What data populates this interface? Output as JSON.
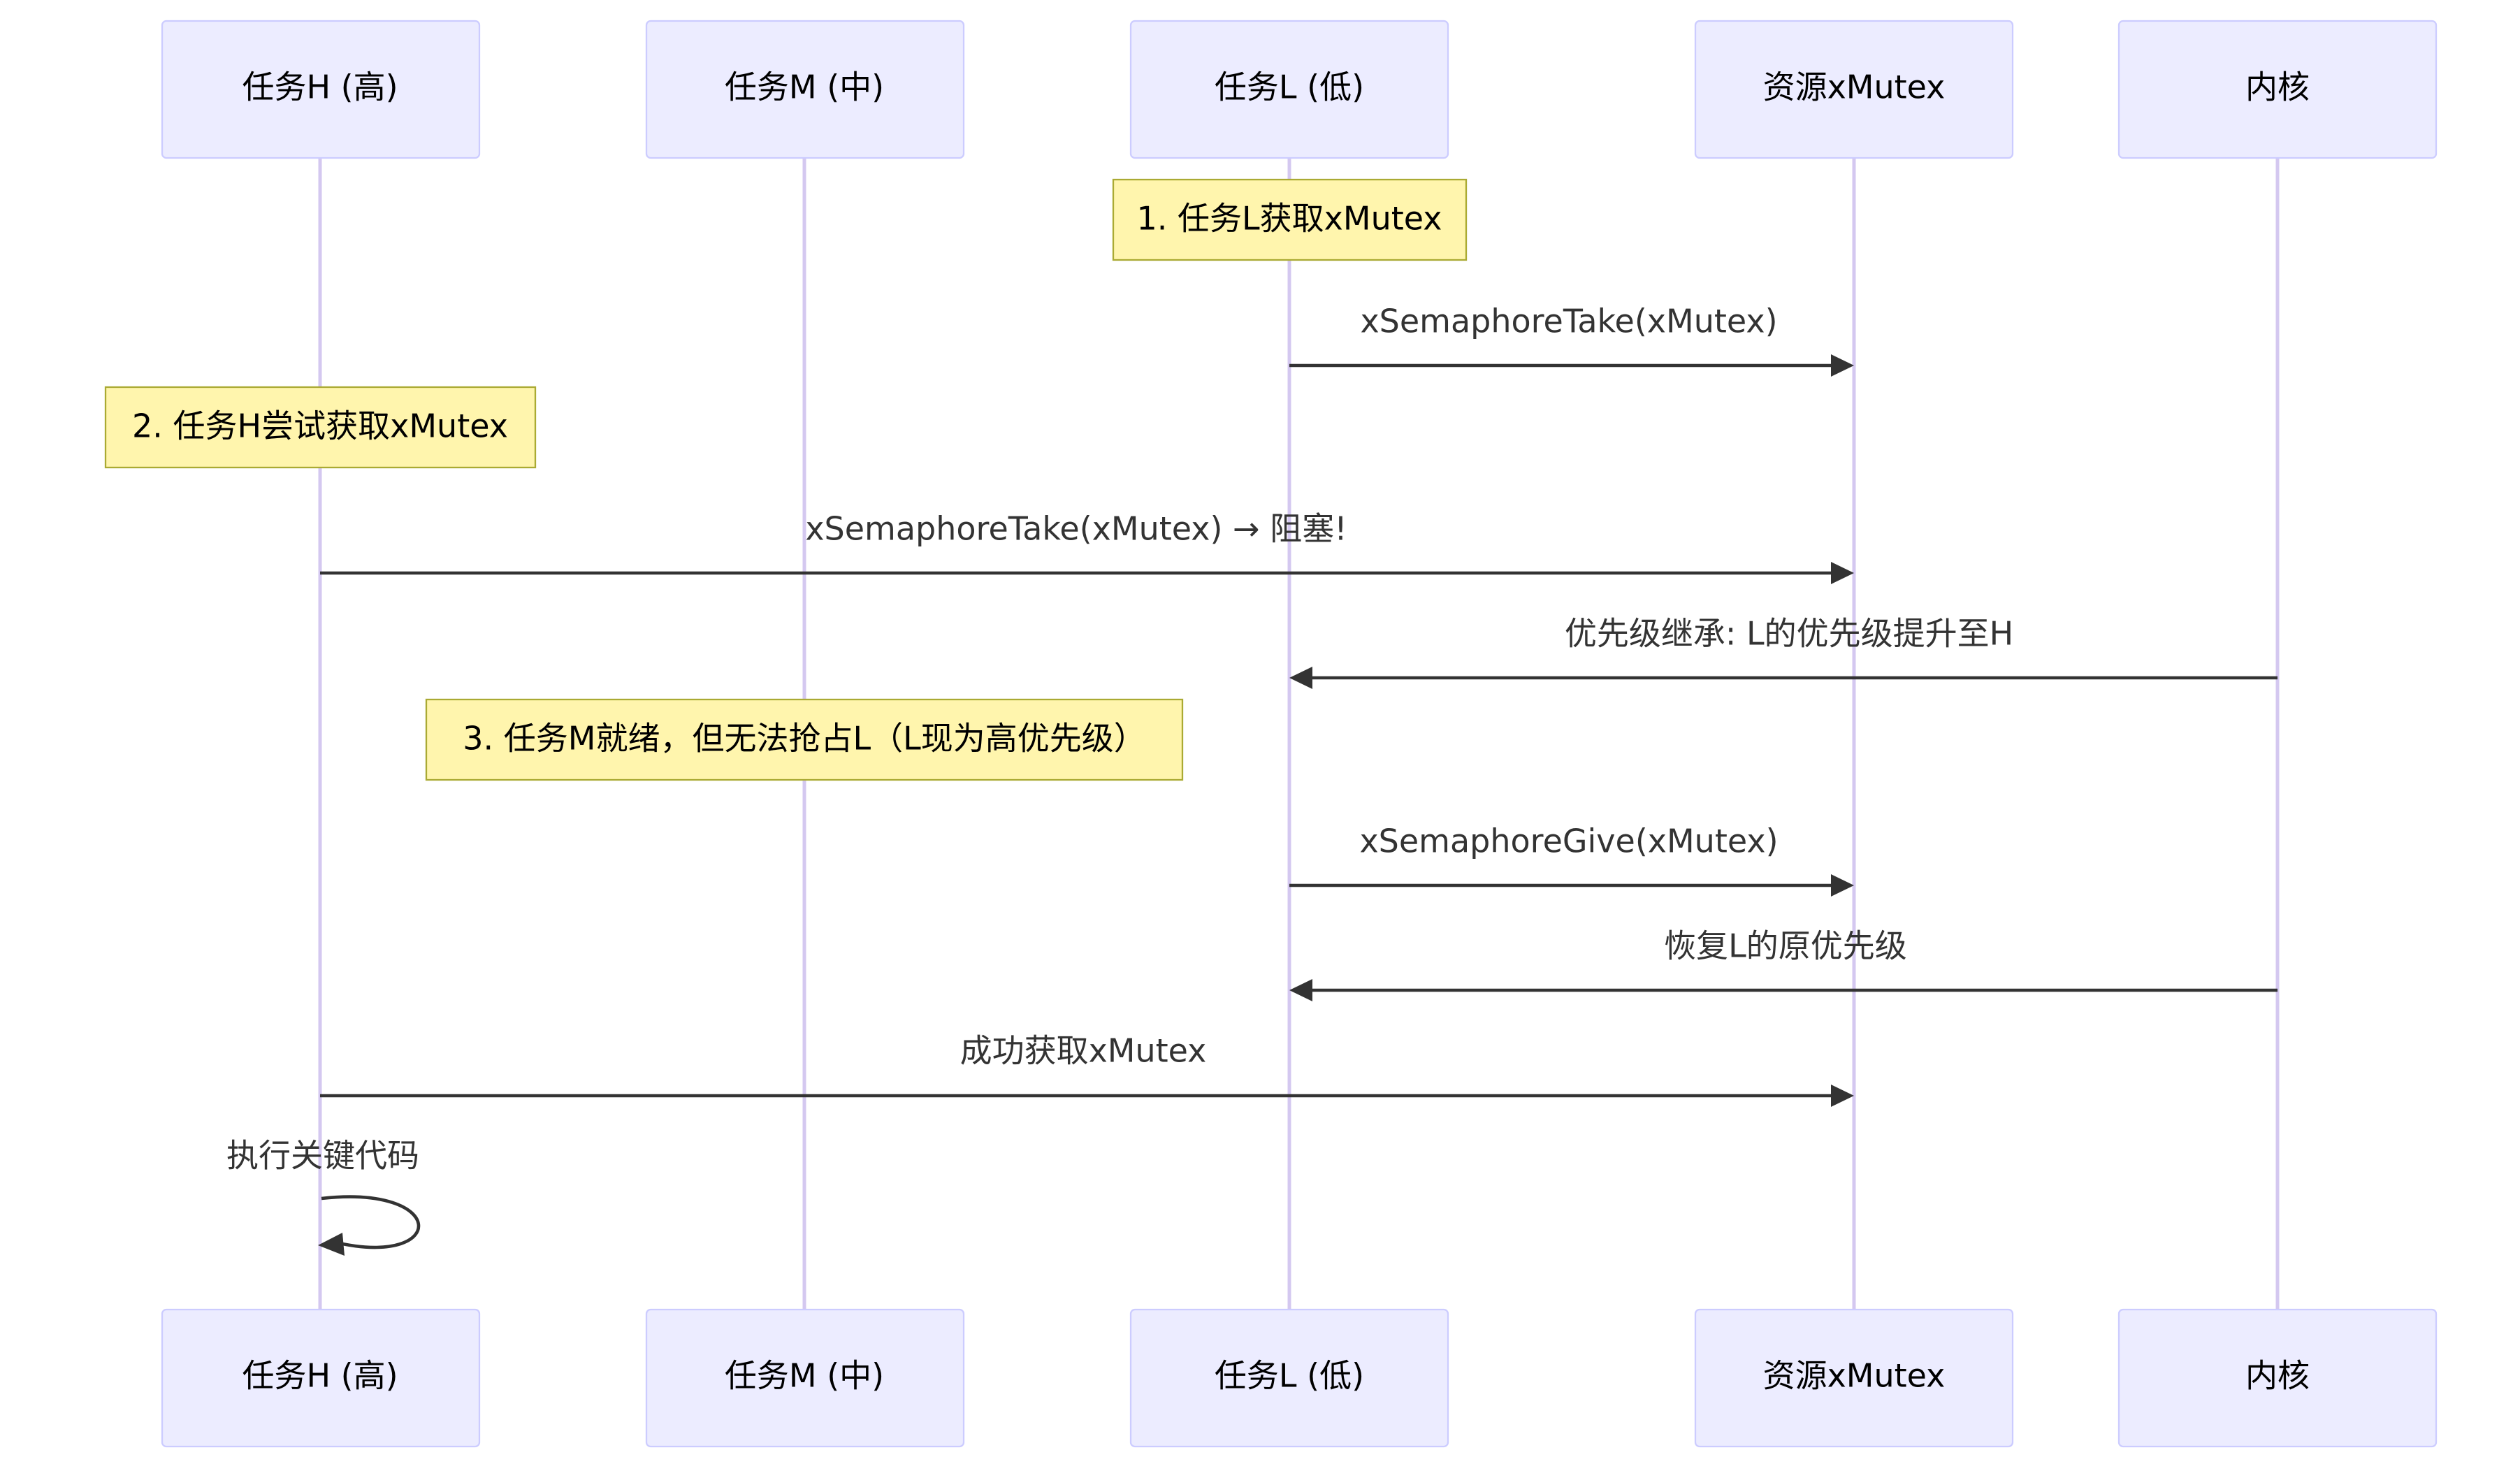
{
  "actors": [
    {
      "id": "H",
      "label": "任务H (高)"
    },
    {
      "id": "M",
      "label": "任务M (中)"
    },
    {
      "id": "L",
      "label": "任务L (低)"
    },
    {
      "id": "X",
      "label": "资源xMutex"
    },
    {
      "id": "K",
      "label": "内核"
    }
  ],
  "notes": [
    {
      "text": "1. 任务L获取xMutex"
    },
    {
      "text": "2. 任务H尝试获取xMutex"
    },
    {
      "text": "3. 任务M就绪，但无法抢占L（L现为高优先级）"
    }
  ],
  "messages": [
    {
      "from": "L",
      "to": "X",
      "text": "xSemaphoreTake(xMutex)"
    },
    {
      "from": "H",
      "to": "X",
      "text": "xSemaphoreTake(xMutex) → 阻塞!"
    },
    {
      "from": "K",
      "to": "L",
      "text": "优先级继承: L的优先级提升至H"
    },
    {
      "from": "L",
      "to": "X",
      "text": "xSemaphoreGive(xMutex)"
    },
    {
      "from": "K",
      "to": "L",
      "text": "恢复L的原优先级"
    },
    {
      "from": "H",
      "to": "X",
      "text": "成功获取xMutex"
    },
    {
      "from": "H",
      "to": "H",
      "text": "执行关键代码"
    }
  ],
  "colors": {
    "actor_fill": "#ECECFF",
    "actor_border": "#CCCCFF",
    "note_fill": "#FFF5AD",
    "note_border": "#AAAA33",
    "lifeline": "#d4c8f0",
    "message_line": "#333333"
  }
}
